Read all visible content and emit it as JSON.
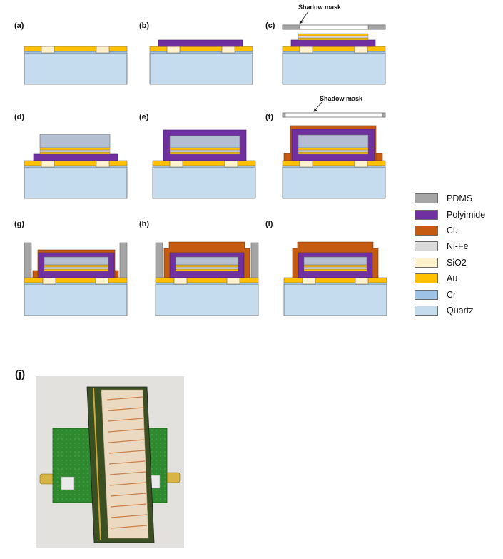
{
  "panels": [
    "(a)",
    "(b)",
    "(c)",
    "(d)",
    "(e)",
    "(f)",
    "(g)",
    "(h)",
    "(l)"
  ],
  "shadow_mask_label": "Shadow mask",
  "legend": [
    {
      "label": "PDMS",
      "color": "#a5a5a5"
    },
    {
      "label": "Polyimide",
      "color": "#7030a0"
    },
    {
      "label": "Cu",
      "color": "#c55a11"
    },
    {
      "label": "Ni-Fe",
      "color": "#d9d9d9"
    },
    {
      "label": "SiO2",
      "color": "#fff2cc"
    },
    {
      "label": "Au",
      "color": "#ffc000"
    },
    {
      "label": "Cr",
      "color": "#9dc3e6"
    },
    {
      "label": "Quartz",
      "color": "#c5dcef"
    }
  ],
  "photo_label": "(j)"
}
